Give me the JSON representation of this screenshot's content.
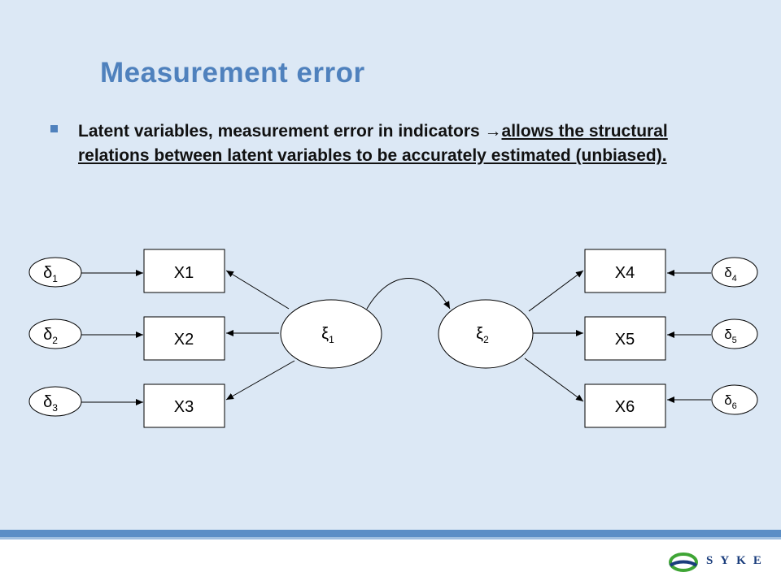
{
  "slide": {
    "title": "Measurement error",
    "bullet": {
      "text_plain": "Latent variables, measurement error in indicators ",
      "arrow": "→",
      "text_underlined": "allows the structural relations between latent variables to be accurately estimated (unbiased)."
    }
  },
  "diagram": {
    "indicators_left": [
      "X1",
      "X2",
      "X3"
    ],
    "indicators_right": [
      "X4",
      "X5",
      "X6"
    ],
    "errors_left": [
      {
        "base": "δ",
        "sub": "1"
      },
      {
        "base": "δ",
        "sub": "2"
      },
      {
        "base": "δ",
        "sub": "3"
      }
    ],
    "errors_right": [
      {
        "base": "δ",
        "sub": "4"
      },
      {
        "base": "δ",
        "sub": "5"
      },
      {
        "base": "δ",
        "sub": "6"
      }
    ],
    "latent": [
      {
        "base": "ξ",
        "sub": "1"
      },
      {
        "base": "ξ",
        "sub": "2"
      }
    ]
  },
  "logo": {
    "text": "SYKE",
    "icon": "syke-wave-icon",
    "colors": {
      "green": "#3fa535",
      "blue": "#1a3d7c"
    }
  },
  "colors": {
    "background": "#dce8f5",
    "title": "#4f81bd",
    "footer_bar": "#5b8ec6"
  }
}
